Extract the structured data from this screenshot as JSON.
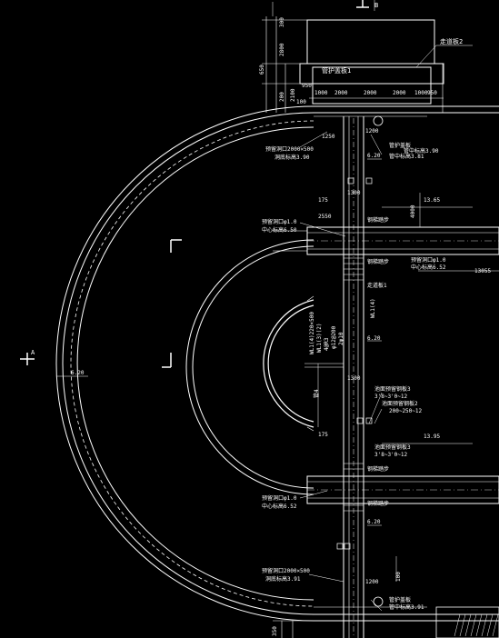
{
  "section_marks": {
    "top": "B",
    "left": "A"
  },
  "dims_left": {
    "d1": "650",
    "d2": "300",
    "d3": "200",
    "d4": "2800",
    "d5": "2100",
    "d6": "950",
    "d7": "100"
  },
  "dims_top": {
    "a": "1000",
    "b": "2000",
    "c": "2000",
    "d": "2000",
    "e": "1000",
    "f": "950"
  },
  "labels": {
    "top_right_note": "走道板2",
    "pipe_cover": "管护盖板1",
    "dim_1250": "1250",
    "dim_1200": "1200",
    "pit_a1": "预留洞口2000×500",
    "pit_a2": "洞底标高3.90",
    "pipe_top_1": "管护盖板",
    "pipe_top_2": "管中标高3.90",
    "pipe_top_3": "管中标高3.81",
    "dim_620a": "6.20",
    "dim_1300a": "1300",
    "dim_1365": "13.65",
    "dim_4000": "4000",
    "dim_175a": "175",
    "dim_2550": "2550",
    "pit_b1": "预留洞口φ1.0",
    "pit_b2": "中心标高6.50",
    "ladder_1": "钢梯踏步",
    "dim_1305": "13055",
    "pit_c1": "预留洞口φ1.0",
    "pit_c2": "中心标高6.52",
    "walk_1": "走道板1",
    "bolt_1": "WL1(4)",
    "round_1": "WL1(4)220×500",
    "round_2": "WL1(3)(2)",
    "round_3": "4@R3",
    "round_4": "φ12@200",
    "round_5": "2φ10",
    "dim_620b": "6.20",
    "dim_620_left": "6.20",
    "dim_1300b": "1300",
    "pipe_mid_1": "池面预留钢板3",
    "pipe_mid_2": "3'8~3'0~12",
    "pipe_mid_3": "池面预留钢板2",
    "pipe_mid_4": "200~250~12",
    "dim_1395": "13.95",
    "dim_175b": "175",
    "pipe_bot_1": "池面预留钢板3",
    "pipe_bot_2": "3'8~3'0~12",
    "ladder_2": "钢梯踏步",
    "pit_d1": "预留洞口φ1.0",
    "pit_d2": "中心标高6.52",
    "ladder_3": "钢梯踏步",
    "dim_620c": "6.20",
    "pit_e1": "预留洞口2000×500",
    "pit_e2": "洞底标高3.91",
    "dim_1200b": "1200",
    "dim_100": "100",
    "pipe_bot_3": "管护盖板",
    "pipe_bot_4": "管中标高3.91",
    "dim_350": "350",
    "mid_mark": "管4"
  },
  "colors": {
    "background": "#000000",
    "line": "#ffffff",
    "hatch": "#ffff00",
    "accent": "#00ffff"
  }
}
